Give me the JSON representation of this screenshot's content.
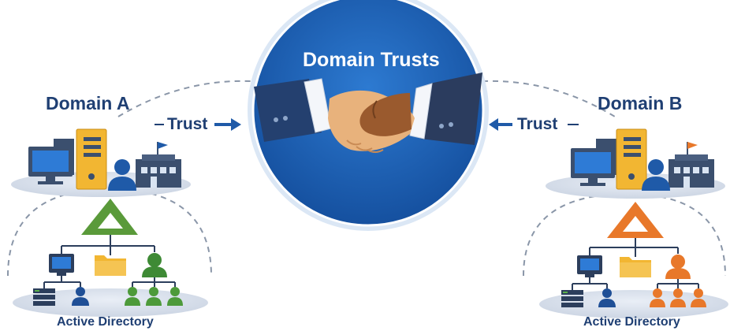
{
  "center": {
    "title": "Domain Trusts"
  },
  "domain_a": {
    "title": "Domain A",
    "trust_label": "Trust",
    "footer_label": "Active Directory",
    "accent": "#5a9a3a"
  },
  "domain_b": {
    "title": "Domain B",
    "trust_label": "Trust",
    "footer_label": "Active Directory",
    "accent": "#e8782a"
  },
  "colors": {
    "navy": "#1f3f73",
    "blue_circle": "#1f63b8",
    "server_gold": "#f2b632",
    "screen_blue": "#2e7bd6"
  },
  "icons": [
    "handshake-icon",
    "server-icon",
    "monitor-icon",
    "user-icon",
    "building-icon",
    "folder-icon",
    "storage-icon",
    "triangle-icon",
    "arrow-icon"
  ]
}
